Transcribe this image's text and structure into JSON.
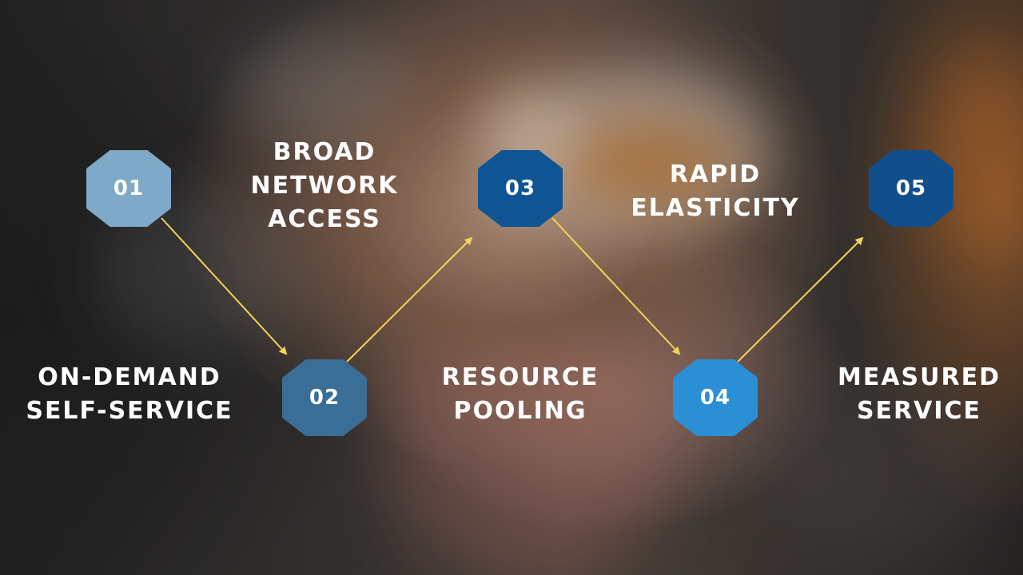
{
  "colors": {
    "arrow": "#f3d35a",
    "step1": "#7fa9c8",
    "step2": "#3b6e97",
    "step3": "#0f5593",
    "step4": "#2b8fd6",
    "step5": "#114f8c",
    "text": "#ffffff"
  },
  "steps": [
    {
      "number": "01",
      "label": "ON-DEMAND\nSELF-SERVICE"
    },
    {
      "number": "02",
      "label": "BROAD\nNETWORK\nACCESS"
    },
    {
      "number": "03",
      "label": "RESOURCE\nPOOLING"
    },
    {
      "number": "04",
      "label": "RAPID\nELASTICITY"
    },
    {
      "number": "05",
      "label": "MEASURED\nSERVICE"
    }
  ]
}
